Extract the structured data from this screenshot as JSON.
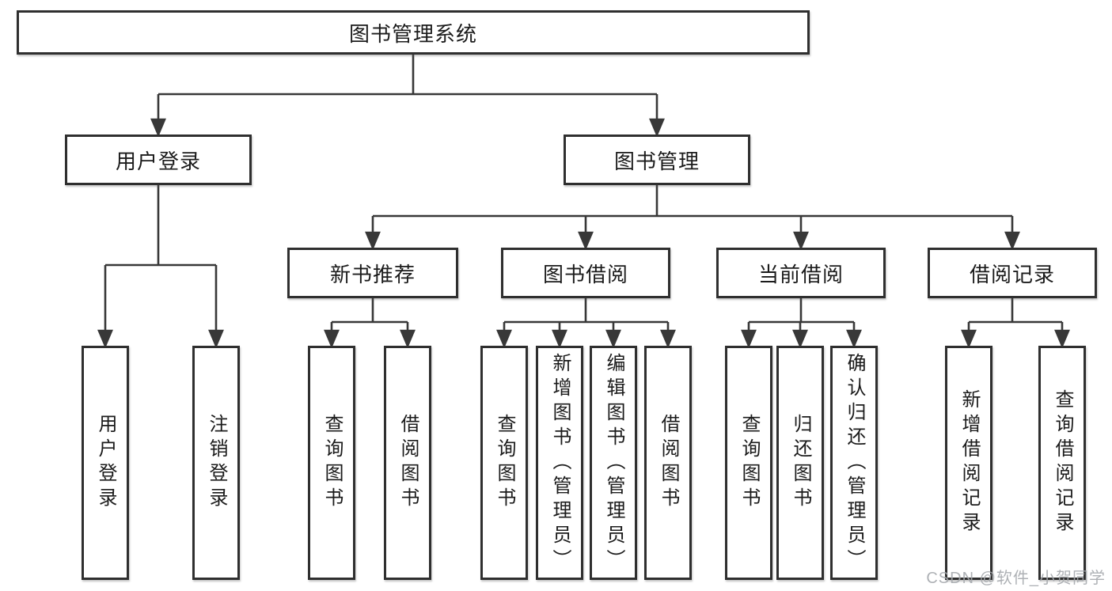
{
  "diagram": {
    "title": "图书管理系统",
    "root": {
      "label": "图书管理系统"
    },
    "level2": [
      {
        "label": "用户登录"
      },
      {
        "label": "图书管理"
      }
    ],
    "level3": [
      {
        "label": "新书推荐"
      },
      {
        "label": "图书借阅"
      },
      {
        "label": "当前借阅"
      },
      {
        "label": "借阅记录"
      }
    ],
    "leaves": [
      {
        "label": "用户登录"
      },
      {
        "label": "注销登录"
      },
      {
        "label": "查询图书"
      },
      {
        "label": "借阅图书"
      },
      {
        "label": "查询图书"
      },
      {
        "label": "新增图书（管理员）"
      },
      {
        "label": "编辑图书（管理员）"
      },
      {
        "label": "借阅图书"
      },
      {
        "label": "查询图书"
      },
      {
        "label": "归还图书"
      },
      {
        "label": "确认归还（管理员）"
      },
      {
        "label": "新增借阅记录"
      },
      {
        "label": "查询借阅记录"
      }
    ]
  },
  "watermark": {
    "text": "CSDN @软件_小贺同学"
  },
  "colors": {
    "background": "#ffffff",
    "line": "#383838",
    "box_border": "#2f2f2f",
    "text": "#1b1b1b",
    "watermark_text": "#a5a8ad"
  }
}
